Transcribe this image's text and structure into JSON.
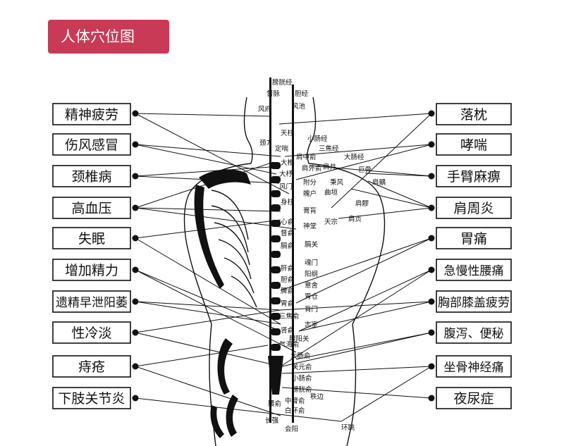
{
  "header": {
    "title": "人体穴位图"
  },
  "left_labels": [
    "精神疲劳",
    "伤风感冒",
    "颈椎病",
    "高血压",
    "失眠",
    "增加精力",
    "遗精早泄阳萎",
    "性冷淡",
    "痔疮",
    "下肢关节炎"
  ],
  "right_labels": [
    "落枕",
    "哮喘",
    "手臂麻痹",
    "肩周炎",
    "胃痛",
    "急慢性腰痛",
    "胸部膝盖疲劳",
    "腹泻、便秘",
    "坐骨神经痛",
    "夜尿症"
  ],
  "meridians": [
    "膀胱经",
    "督脉",
    "胆经",
    "风池",
    "风府",
    "小肠经",
    "三焦经",
    "大肠经",
    "颈7"
  ],
  "acupoints": [
    "天柱",
    "定喘",
    "肩中俞",
    "肩外俞",
    "肩井",
    "巨骨",
    "大椎",
    "大杼",
    "风门",
    "附分",
    "秉风",
    "魄户",
    "曲垣",
    "肩髃",
    "身柱",
    "肩髎",
    "膏肓",
    "天宗",
    "肩贞",
    "心俞",
    "神堂",
    "督俞",
    "膈俞",
    "膈关",
    "魂门",
    "肝俞",
    "阳纲",
    "胆俞",
    "意舍",
    "脾俞",
    "胃仓",
    "胃俞",
    "肓门",
    "三焦俞",
    "志室",
    "肾俞",
    "腰阳关",
    "气海俞",
    "大肠俞",
    "关元俞",
    "小肠俞",
    "膀胱俞",
    "秩边",
    "中膂俞",
    "白环俞",
    "环跳",
    "会阳",
    "长强",
    "腰俞"
  ]
}
